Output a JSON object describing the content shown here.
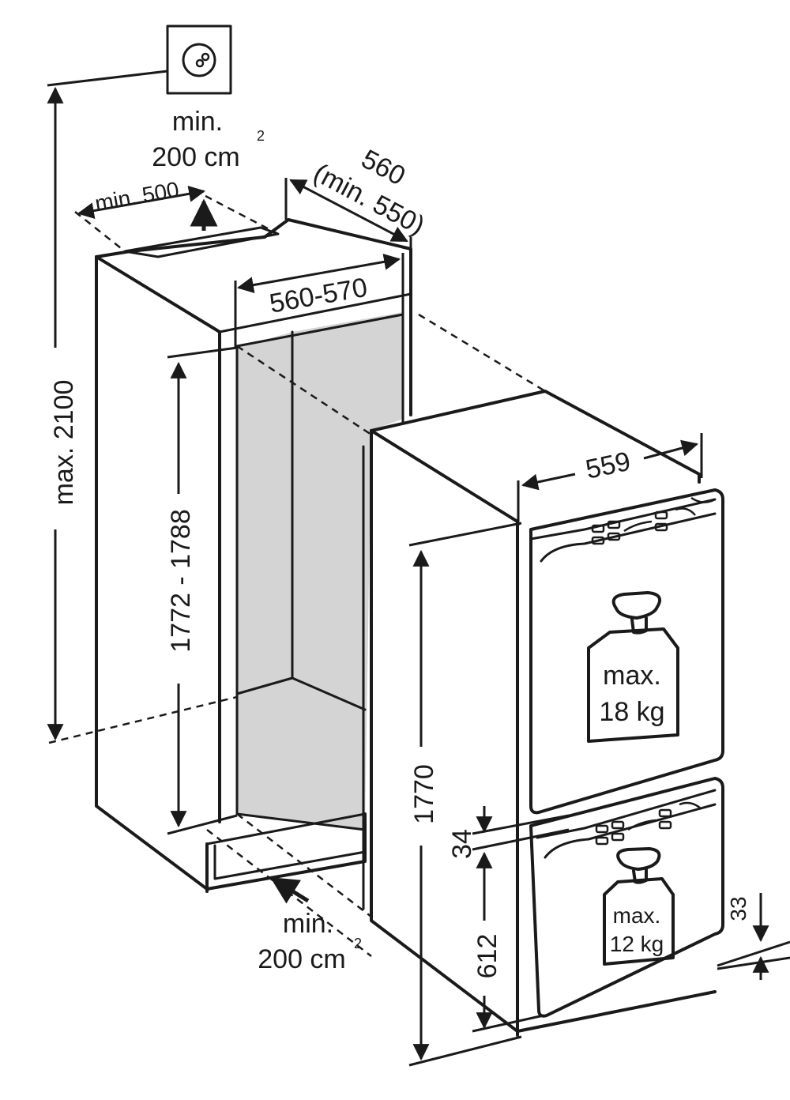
{
  "dimensions": {
    "vent_top_min_a": "min.",
    "vent_top_area": "200 cm",
    "vent_top_unit_exp": "2",
    "vent_top_width": "min. 500",
    "depth": "560",
    "depth_min": "(min. 550)",
    "niche_width": "560-570",
    "max_height": "max. 2100",
    "niche_height": "1772 - 1788",
    "appliance_width": "559",
    "appliance_height": "1770",
    "gap_between_doors": "34",
    "freezer_door_height": "612",
    "bottom_offset": "33",
    "vent_bottom_min_a": "min.",
    "vent_bottom_area": "200 cm",
    "vent_bottom_unit_exp": "2"
  },
  "weights": {
    "upper_door_a": "max.",
    "upper_door_b": "18 kg",
    "lower_door_a": "max.",
    "lower_door_b": "12 kg"
  },
  "icons": {
    "socket": "power-socket-icon",
    "weight": "weight-icon"
  }
}
